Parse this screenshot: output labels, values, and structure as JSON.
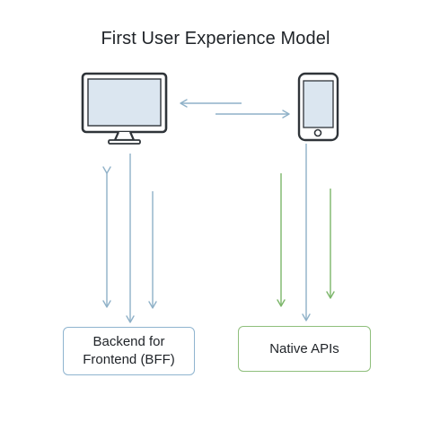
{
  "title": "First User Experience Model",
  "nodes": {
    "bff": {
      "label": "Backend for\nFrontend (BFF)"
    },
    "native": {
      "label": "Native APIs"
    }
  },
  "colors": {
    "blue_arrow": "#8fb1c8",
    "green_arrow": "#7cb66a",
    "device_stroke": "#2f3439",
    "device_screen": "#dbe6f0"
  },
  "icons": {
    "desktop": "desktop-monitor-icon",
    "phone": "smartphone-icon"
  }
}
